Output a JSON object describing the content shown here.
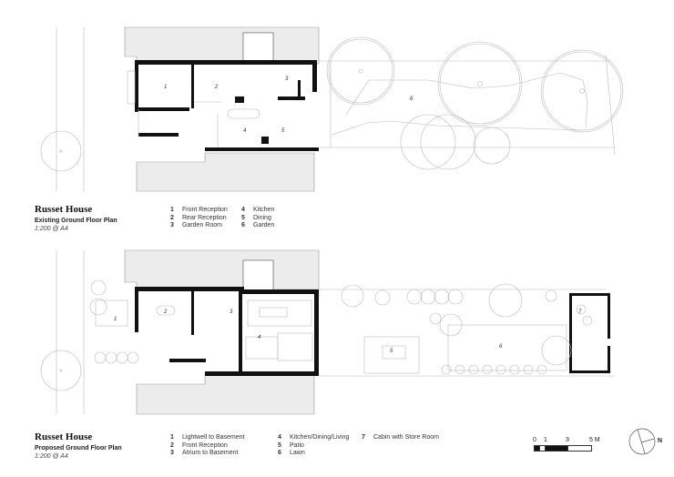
{
  "existing": {
    "title": "Russet House",
    "subtitle": "Existing Ground Floor Plan",
    "scale": "1:200 @ A4",
    "legend": [
      {
        "num": "1",
        "label": "Front Reception"
      },
      {
        "num": "2",
        "label": "Rear Reception"
      },
      {
        "num": "3",
        "label": "Garden Room"
      },
      {
        "num": "4",
        "label": "Kitchen"
      },
      {
        "num": "5",
        "label": "Dining"
      },
      {
        "num": "6",
        "label": "Garden"
      }
    ],
    "room_tags": [
      "1",
      "2",
      "3",
      "4",
      "5",
      "6"
    ]
  },
  "proposed": {
    "title": "Russet House",
    "subtitle": "Proposed Ground Floor Plan",
    "scale": "1:200 @ A4",
    "legend": [
      {
        "num": "1",
        "label": "Lightwell to Basement"
      },
      {
        "num": "2",
        "label": "Front Reception"
      },
      {
        "num": "3",
        "label": "Atrium to Basement"
      },
      {
        "num": "4",
        "label": "Kitchen/Dining/Living"
      },
      {
        "num": "5",
        "label": "Patio"
      },
      {
        "num": "6",
        "label": "Lawn"
      },
      {
        "num": "7",
        "label": "Cabin with Store Room"
      }
    ],
    "room_tags": [
      "1",
      "2",
      "3",
      "4",
      "5",
      "6",
      "7"
    ]
  },
  "scale_bar": {
    "ticks": [
      "0",
      "1",
      "3",
      "5 M"
    ]
  },
  "north_arrow": {
    "label": "N"
  },
  "colors": {
    "wall": "#111111",
    "neighbour": "#ececec",
    "line": "#bbbbbb"
  }
}
